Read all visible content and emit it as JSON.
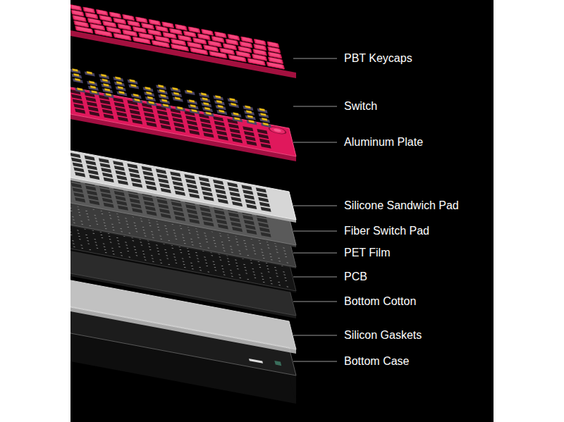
{
  "diagram": {
    "labels": [
      "PBT Keycaps",
      "Switch",
      "Aluminum Plate",
      "Silicone Sandwich Pad",
      "Fiber Switch Pad",
      "PET Film",
      "PCB",
      "Bottom Cotton",
      "Silicon Gaskets",
      "Bottom Case"
    ]
  }
}
